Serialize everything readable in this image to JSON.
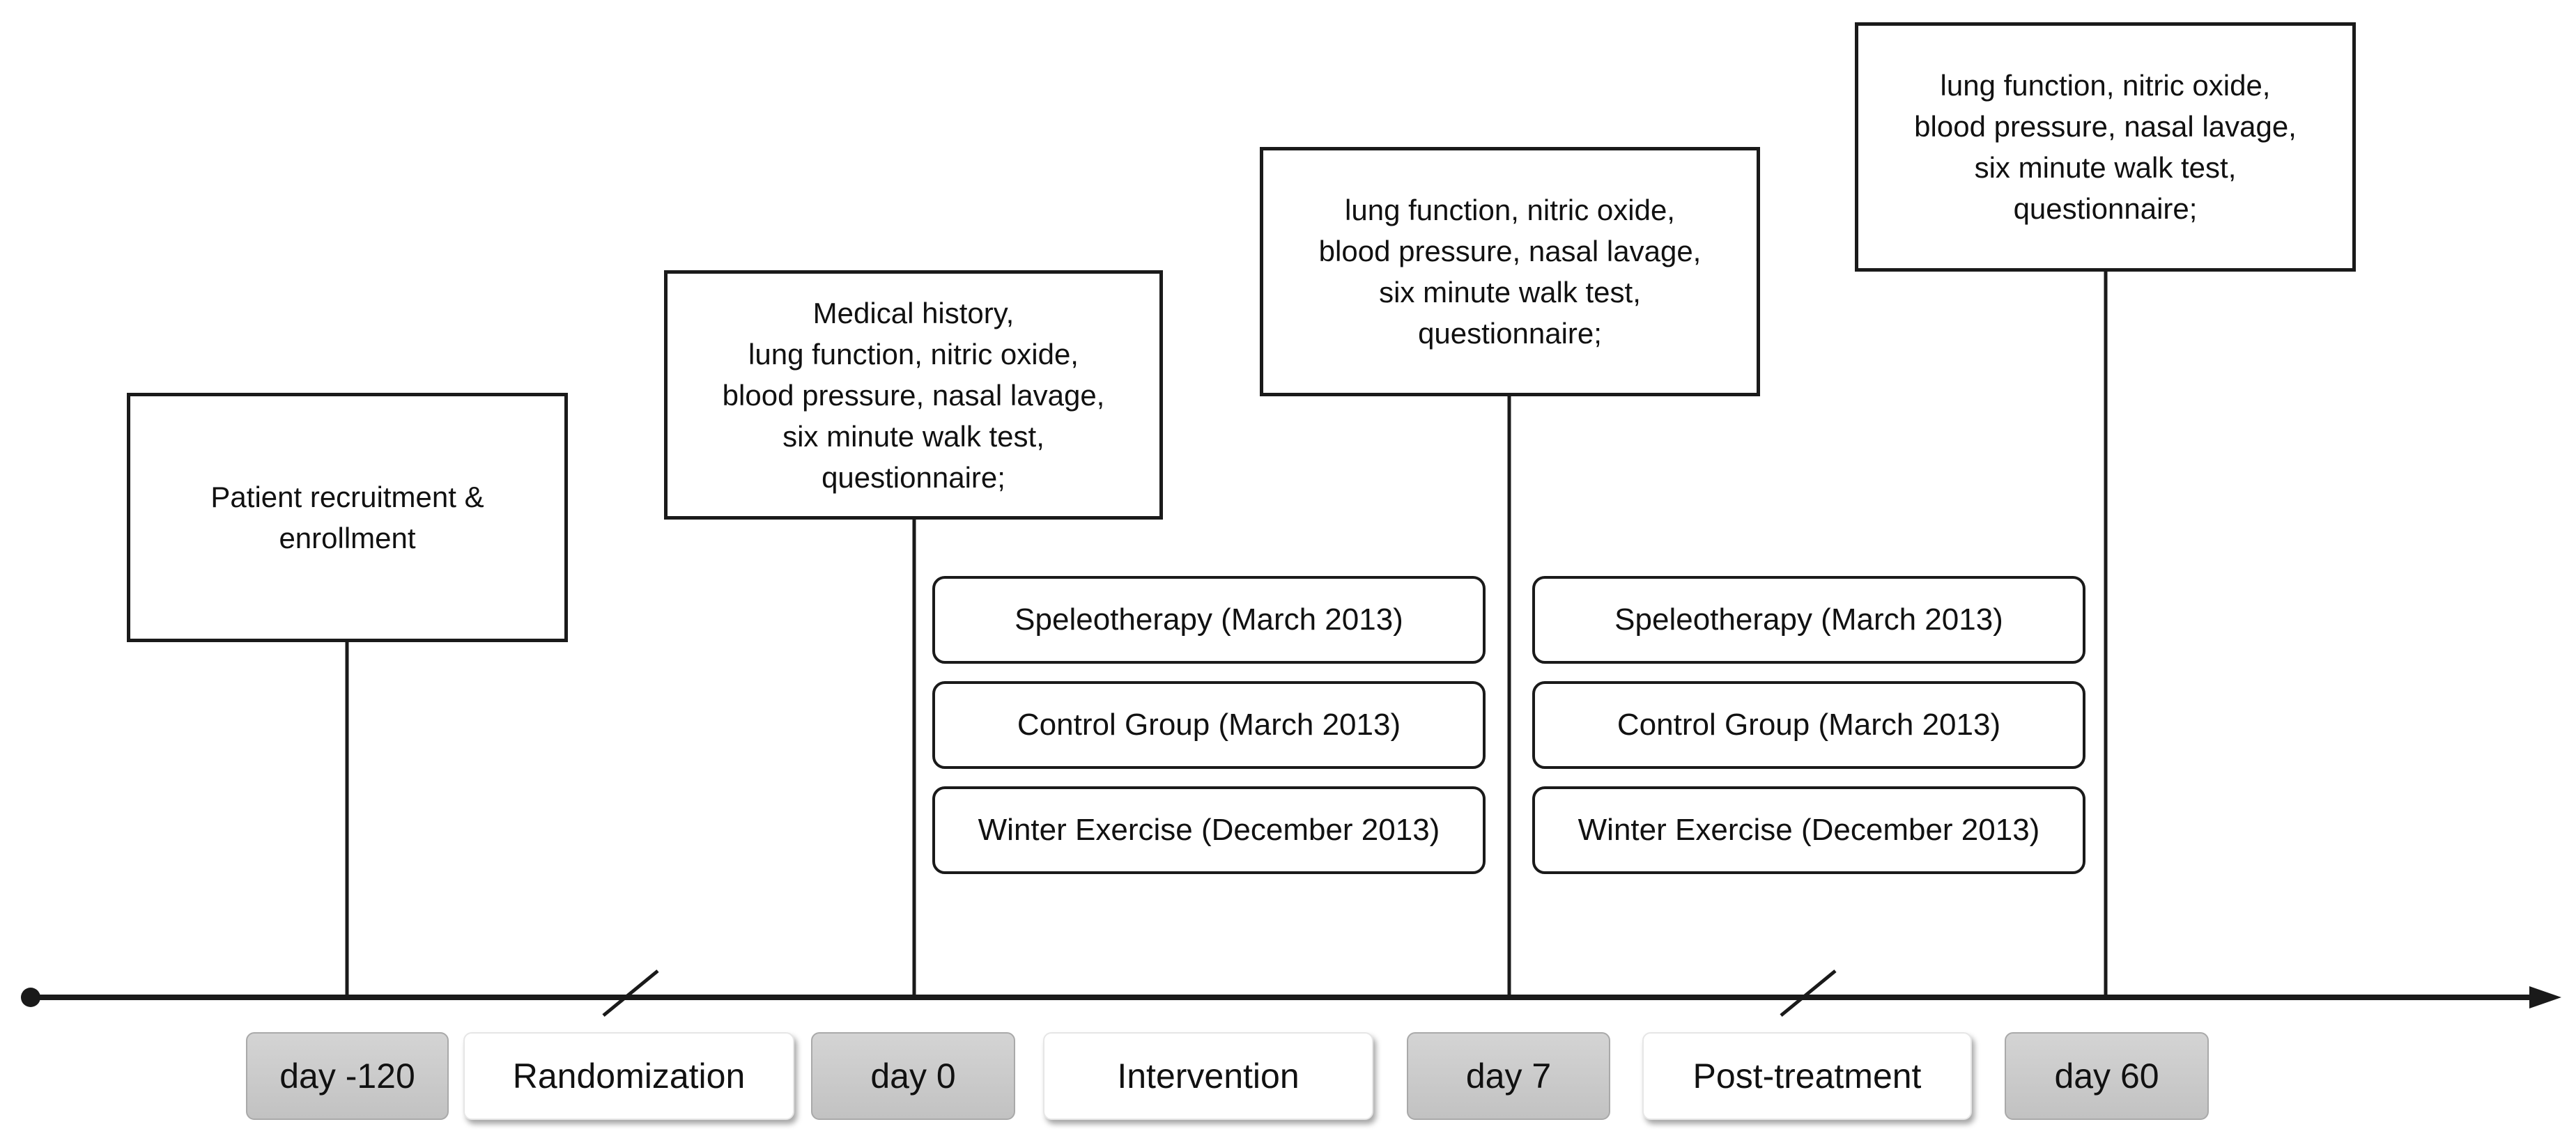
{
  "title": "",
  "milestones": [
    {
      "id": "recruitment",
      "text": "Patient recruitment &\nenrollment"
    },
    {
      "id": "baseline",
      "text": "Medical history,\nlung function,  nitric oxide,\nblood pressure,  nasal lavage,\nsix minute walk test,\nquestionnaire;"
    },
    {
      "id": "day7",
      "text": "lung function,  nitric oxide,\nblood pressure,  nasal lavage,\nsix minute walk test,\nquestionnaire;"
    },
    {
      "id": "day60",
      "text": "lung function,  nitric oxide,\nblood pressure,  nasal lavage,\nsix minute walk test,\nquestionnaire;"
    }
  ],
  "groups": {
    "intervention": [
      "Speleotherapy (March 2013)",
      "Control Group (March 2013)",
      "Winter Exercise (December 2013)"
    ],
    "post_treatment": [
      "Speleotherapy (March 2013)",
      "Control Group (March 2013)",
      "Winter Exercise (December 2013)"
    ]
  },
  "timeline": {
    "days": [
      "day -120",
      "day 0",
      "day 7",
      "day 60"
    ],
    "phases": [
      "Randomization",
      "Intervention",
      "Post-treatment"
    ]
  },
  "colors": {
    "line": "#1a1a1a",
    "day_label_fill": "#c8c8c8",
    "phase_label_fill": "#ffffff"
  }
}
